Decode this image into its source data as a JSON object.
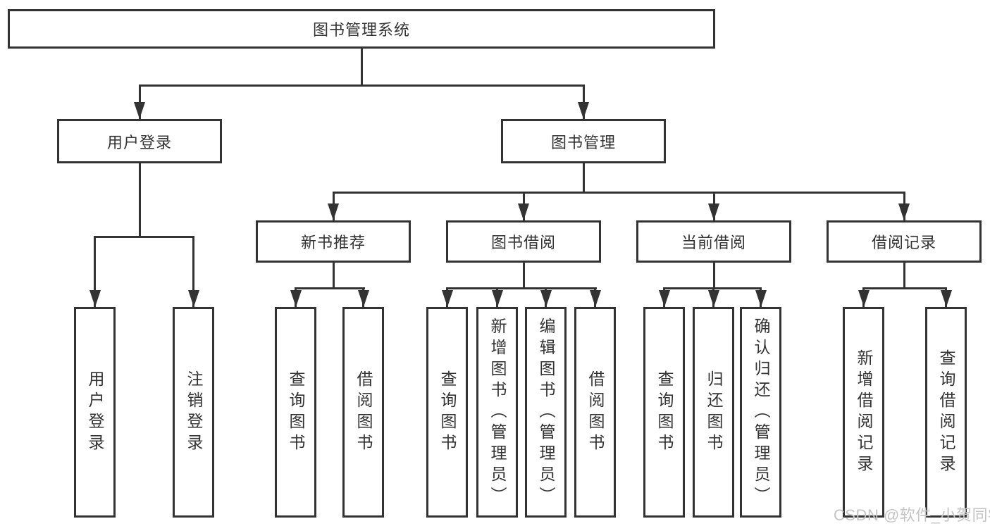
{
  "title": "图书管理系统",
  "nodes": {
    "user_login": "用户登录",
    "book_mgmt": "图书管理",
    "new_book_rec": "新书推荐",
    "book_borrow": "图书借阅",
    "current_borrow": "当前借阅",
    "borrow_records": "借阅记录"
  },
  "leaves": {
    "user_login": [
      "用户登录",
      "注销登录"
    ],
    "new_book_rec": [
      "查询图书",
      "借阅图书"
    ],
    "book_borrow": [
      "查询图书",
      "新增图书（管理员）",
      "编辑图书（管理员）",
      "借阅图书"
    ],
    "current_borrow": [
      "查询图书",
      "归还图书",
      "确认归还（管理员）"
    ],
    "borrow_records": [
      "新增借阅记录",
      "查询借阅记录"
    ]
  },
  "watermark": "CSDN @软件_小贺同学",
  "colors": {
    "line": "#333333",
    "text": "#333333",
    "watermark": "#c4c4c4",
    "background": "#ffffff"
  }
}
